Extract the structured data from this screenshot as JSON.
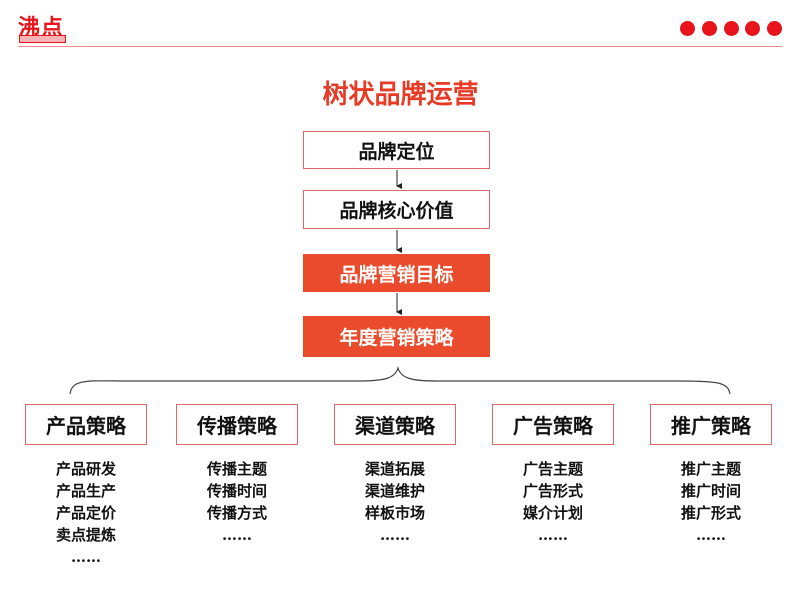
{
  "logo": {
    "text": "沸点"
  },
  "title": "树状品牌运营",
  "chain": [
    "品牌定位",
    "品牌核心价值",
    "品牌营销目标",
    "年度营销策略"
  ],
  "strategies": [
    {
      "label": "产品策略",
      "items": [
        "产品研发",
        "产品生产",
        "产品定价",
        "卖点提炼",
        "……"
      ]
    },
    {
      "label": "传播策略",
      "items": [
        "传播主题",
        "传播时间",
        "传播方式",
        "……"
      ]
    },
    {
      "label": "渠道策略",
      "items": [
        "渠道拓展",
        "渠道维护",
        "样板市场",
        "……"
      ]
    },
    {
      "label": "广告策略",
      "items": [
        "广告主题",
        "广告形式",
        "媒介计划",
        "……"
      ]
    },
    {
      "label": "推广策略",
      "items": [
        "推广主题",
        "推广时间",
        "推广形式",
        "……"
      ]
    }
  ],
  "colors": {
    "accent": "#e8141b",
    "fill": "#ea4b2c"
  }
}
